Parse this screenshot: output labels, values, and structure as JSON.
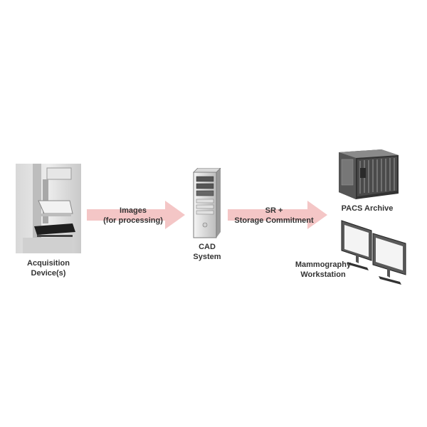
{
  "nodes": {
    "acquisition": {
      "line1": "Acquisition",
      "line2": "Device(s)",
      "icon": "mammography-machine-icon"
    },
    "cad": {
      "line1": "CAD",
      "line2": "System",
      "icon": "server-tower-icon"
    },
    "pacs": {
      "label": "PACS Archive",
      "icon": "rack-server-icon"
    },
    "workstation": {
      "line1": "Mammography",
      "line2": "Workstation",
      "icon": "dual-monitor-icon"
    }
  },
  "edges": {
    "images": {
      "line1": "Images",
      "line2": "(for processing)"
    },
    "sr": {
      "line1": "SR +",
      "line2": "Storage Commitment"
    }
  },
  "colors": {
    "arrow": "#f4c6c6",
    "text": "#333333"
  }
}
